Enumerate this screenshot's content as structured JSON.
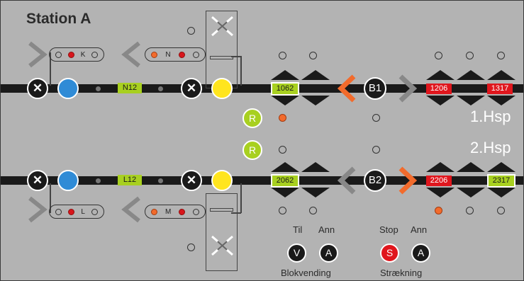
{
  "station": {
    "title": "Station A"
  },
  "tracks": {
    "top": {
      "label_left": "N12",
      "label_right_1": "1062",
      "label_right_2": "1206",
      "label_right_3": "1317",
      "block_label": "B1"
    },
    "bottom": {
      "label_left": "L12",
      "label_right_1": "2062",
      "label_right_2": "2206",
      "label_right_3": "2317",
      "block_label": "B2"
    }
  },
  "pills": {
    "top_left": "K",
    "top_right": "N",
    "bottom_left": "L",
    "bottom_right": "M"
  },
  "route_buttons": {
    "top": "R",
    "bottom": "R"
  },
  "hsp": {
    "first": "1.Hsp",
    "second": "2.Hsp"
  },
  "x_symbol": "✕",
  "controls": {
    "til": "Til",
    "ann_1": "Ann",
    "stop": "Stop",
    "ann_2": "Ann",
    "v_button": "V",
    "a_button_1": "A",
    "s_button": "S",
    "a_button_2": "A",
    "blokvending": "Blokvending",
    "straekning": "Strækning"
  },
  "colors": {
    "track": "#1a1a1a",
    "panel": "#b3b3b3",
    "occupied": "#e0161d",
    "clear": "#a8d020",
    "signal_orange": "#f26b2c"
  },
  "icons": [
    "chevron-right-icon",
    "chevron-left-icon",
    "cross-switch-icon",
    "up-down-arrow-icon"
  ]
}
